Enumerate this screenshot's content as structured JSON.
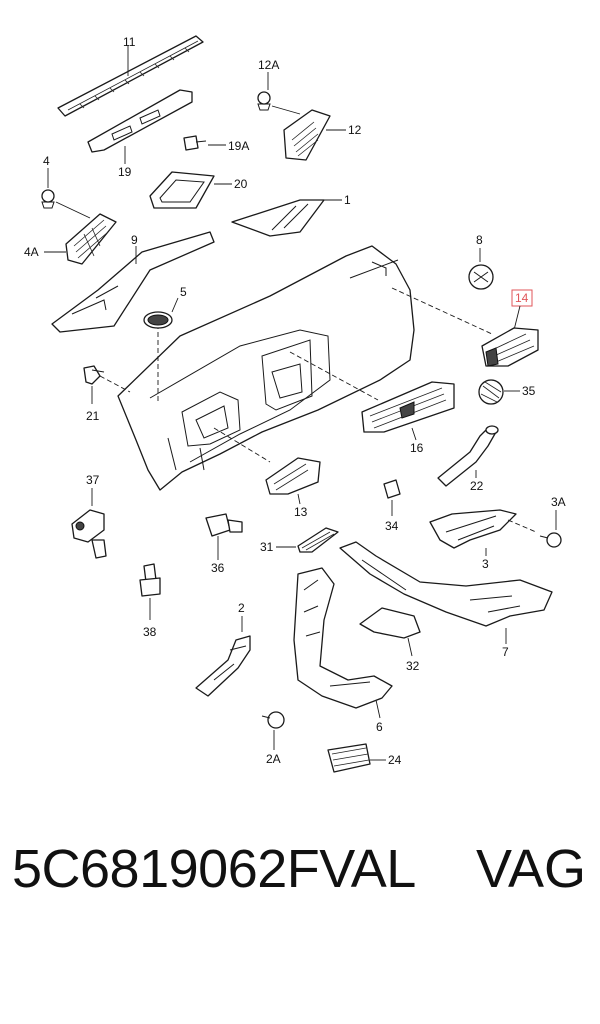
{
  "labels": {
    "p1": "1",
    "p2": "2",
    "p2a": "2A",
    "p3": "3",
    "p3a": "3A",
    "p4": "4",
    "p4a": "4A",
    "p5": "5",
    "p6": "6",
    "p7": "7",
    "p8": "8",
    "p9": "9",
    "p11": "11",
    "p12": "12",
    "p12a": "12A",
    "p13": "13",
    "p14": "14",
    "p16": "16",
    "p19": "19",
    "p19a": "19A",
    "p20": "20",
    "p21": "21",
    "p22": "22",
    "p24": "24",
    "p31": "31",
    "p32": "32",
    "p34": "34",
    "p35": "35",
    "p36": "36",
    "p37": "37",
    "p38": "38"
  },
  "highlight_color": "#e0565a",
  "caption": {
    "part_number": "5C6819062FVAL",
    "brand": "VAG"
  }
}
